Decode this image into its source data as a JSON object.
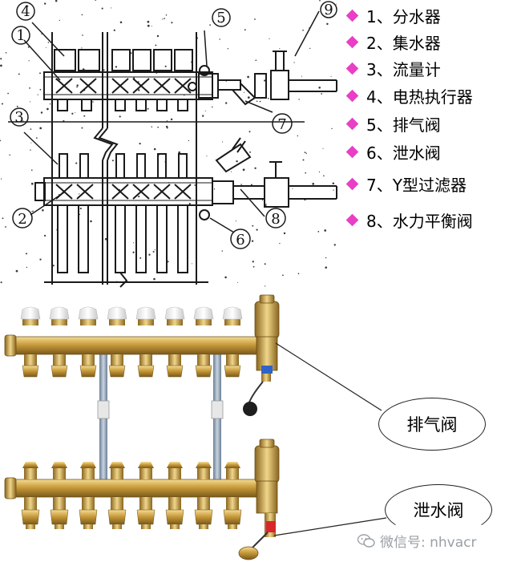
{
  "legend": {
    "items": [
      "1、分水器",
      "2、集水器",
      "3、流量计",
      "4、电热执行器",
      "5、排气阀",
      "6、泄水阀",
      "7、Y型过滤器",
      "8、水力平衡阀"
    ],
    "bullet_color": "#e83fc6"
  },
  "diagram": {
    "number_labels": [
      "4",
      "1",
      "3",
      "2",
      "5",
      "9",
      "7",
      "8",
      "6"
    ]
  },
  "callouts": {
    "vent_valve": "排气阀",
    "drain_valve": "泄水阀"
  },
  "watermark": {
    "text": "微信号: nhvacr",
    "icon": "wechat-icon"
  },
  "colors": {
    "brass": "#c9a24a",
    "handle_white": "#f2f2f2",
    "bracket_steel": "#8fa3b8",
    "drain_red": "#d8262b",
    "vent_blue": "#2f63c8"
  }
}
